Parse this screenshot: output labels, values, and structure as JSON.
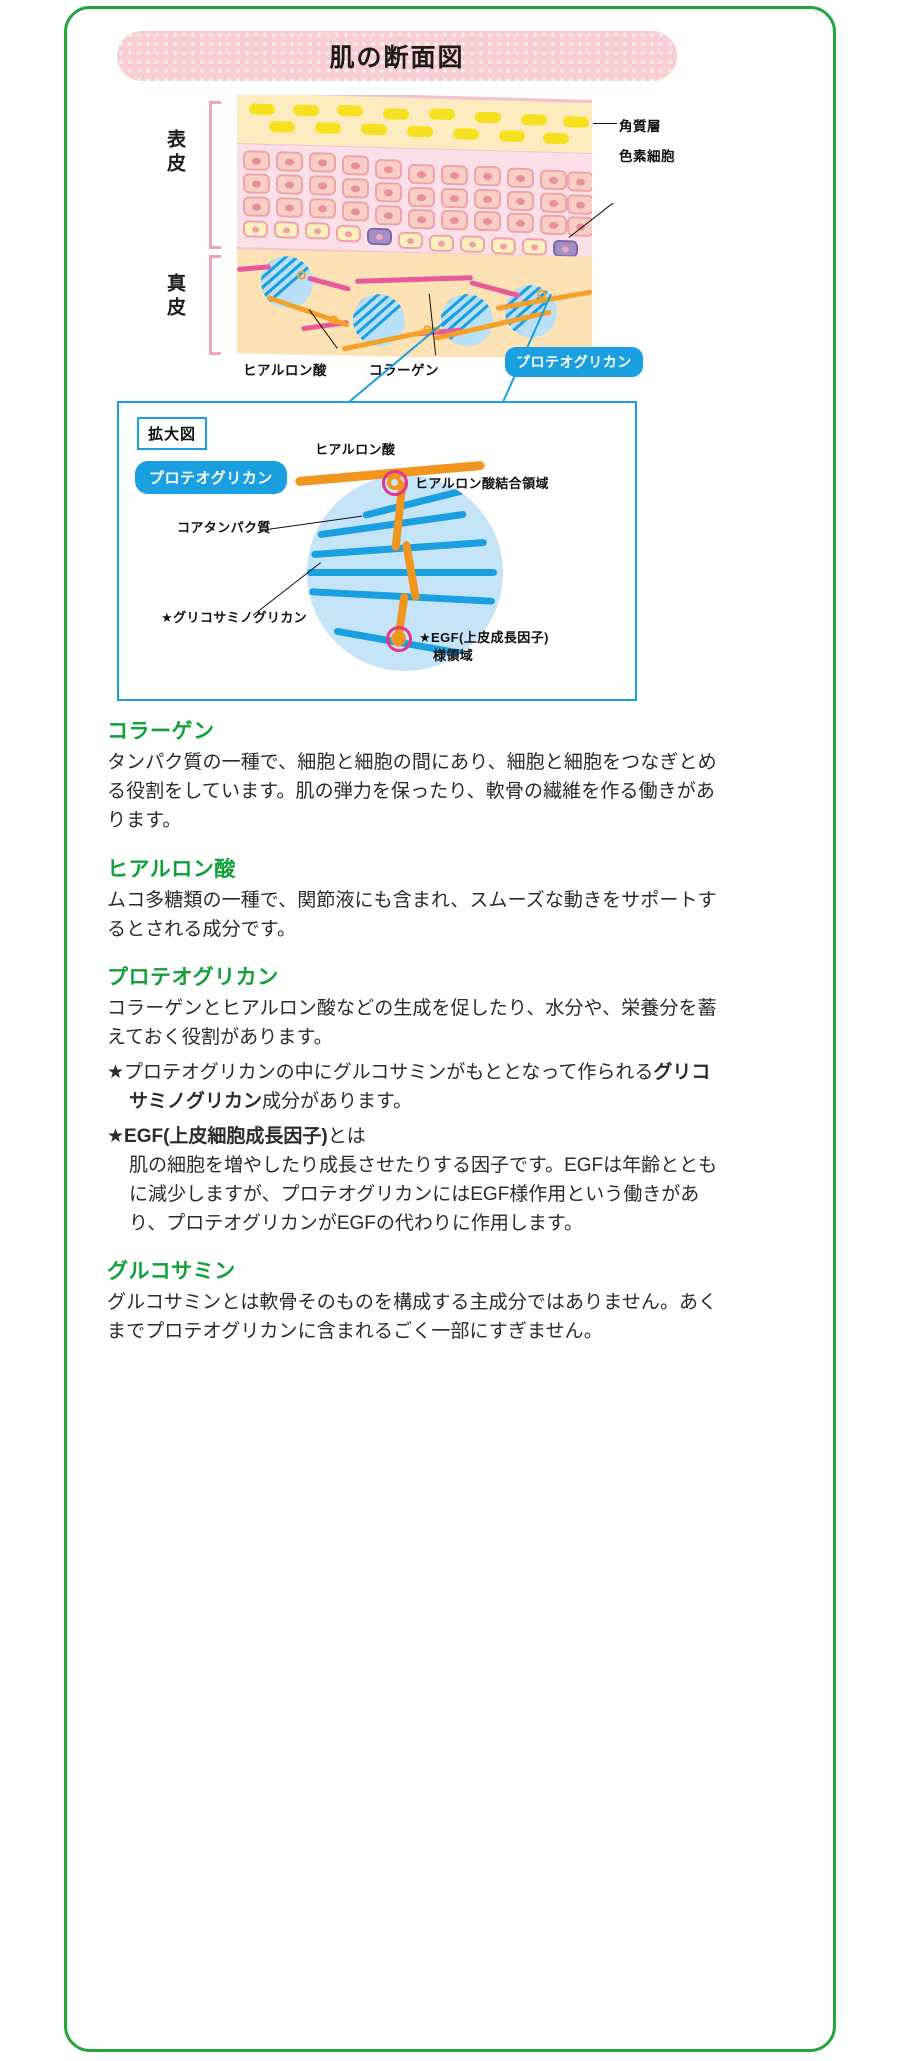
{
  "title": "肌の断面図",
  "figure_skin": {
    "layer_labels": [
      {
        "name": "表皮"
      },
      {
        "name": "真皮"
      }
    ],
    "callouts": [
      {
        "id": "corneum",
        "text": "角質層"
      },
      {
        "id": "melanocyte",
        "text": "色素細胞"
      },
      {
        "id": "hyaluronic",
        "text": "ヒアルロン酸"
      },
      {
        "id": "collagen",
        "text": "コラーゲン"
      }
    ],
    "badge": "プロテオグリカン"
  },
  "figure_zoom": {
    "tag": "拡大図",
    "badge": "プロテオグリカン",
    "labels": [
      {
        "id": "hyaluronic-top",
        "text": "ヒアルロン酸"
      },
      {
        "id": "ha-binding-region",
        "text": "ヒアルロン酸結合領域"
      },
      {
        "id": "core-protein",
        "text": "コアタンパク質"
      },
      {
        "id": "glycosaminoglycan",
        "text": "★グリコサミノグリカン"
      },
      {
        "id": "egf-line1",
        "text": "★EGF(上皮成長因子)"
      },
      {
        "id": "egf-line2",
        "text": "様領域"
      }
    ]
  },
  "colors": {
    "frame_green": "#22a53a",
    "heading_green": "#11a03a",
    "banner_pink": "#f6ced3",
    "accent_blue": "#1a9fe0",
    "collagen_orange": "#f0951e",
    "hyaluronic_pink": "#e75a9b",
    "magenta": "#e6358c"
  },
  "sections": [
    {
      "heading": "コラーゲン",
      "body": "タンパク質の一種で、細胞と細胞の間にあり、細胞と細胞をつなぎとめる役割をしています。肌の弾力を保ったり、軟骨の繊維を作る働きがあります。"
    },
    {
      "heading": "ヒアルロン酸",
      "body": "ムコ多糖類の一種で、関節液にも含まれ、スムーズな動きをサポートするとされる成分です。"
    },
    {
      "heading": "プロテオグリカン",
      "body": "コラーゲンとヒアルロン酸などの生成を促したり、水分や、栄養分を蓄えておく役割があります。",
      "star_items": [
        {
          "prefix": "★",
          "text_before": "プロテオグリカンの中にグルコサミンがもととなって作られる",
          "bold": "グリコサミノグリカン",
          "text_after": "成分があります。"
        },
        {
          "prefix": "★",
          "bold_head": "EGF(上皮細胞成長因子)",
          "head_tail": "とは",
          "detail": "肌の細胞を増やしたり成長させたりする因子です。EGFは年齢とともに減少しますが、プロテオグリカンにはEGF様作用という働きがあり、プロテオグリカンがEGFの代わりに作用します。"
        }
      ]
    },
    {
      "heading": "グルコサミン",
      "body": "グルコサミンとは軟骨そのものを構成する主成分ではありません。あくまでプロテオグリカンに含まれるごく一部にすぎません。"
    }
  ]
}
